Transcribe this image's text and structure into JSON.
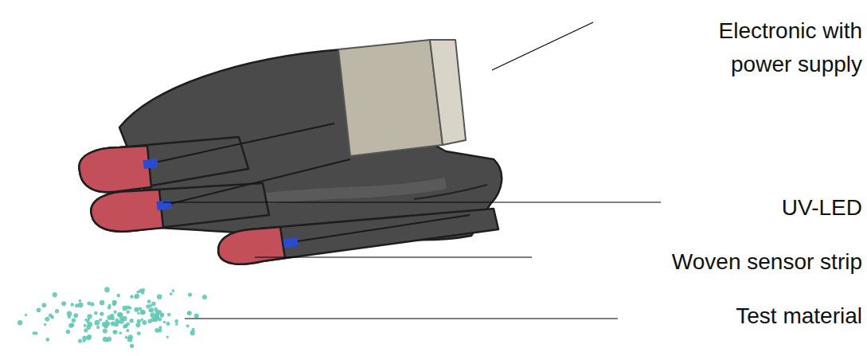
{
  "diagram": {
    "labels": [
      "Electronic with power supply",
      "UV-LED",
      "Woven sensor strip",
      "Test material"
    ]
  }
}
